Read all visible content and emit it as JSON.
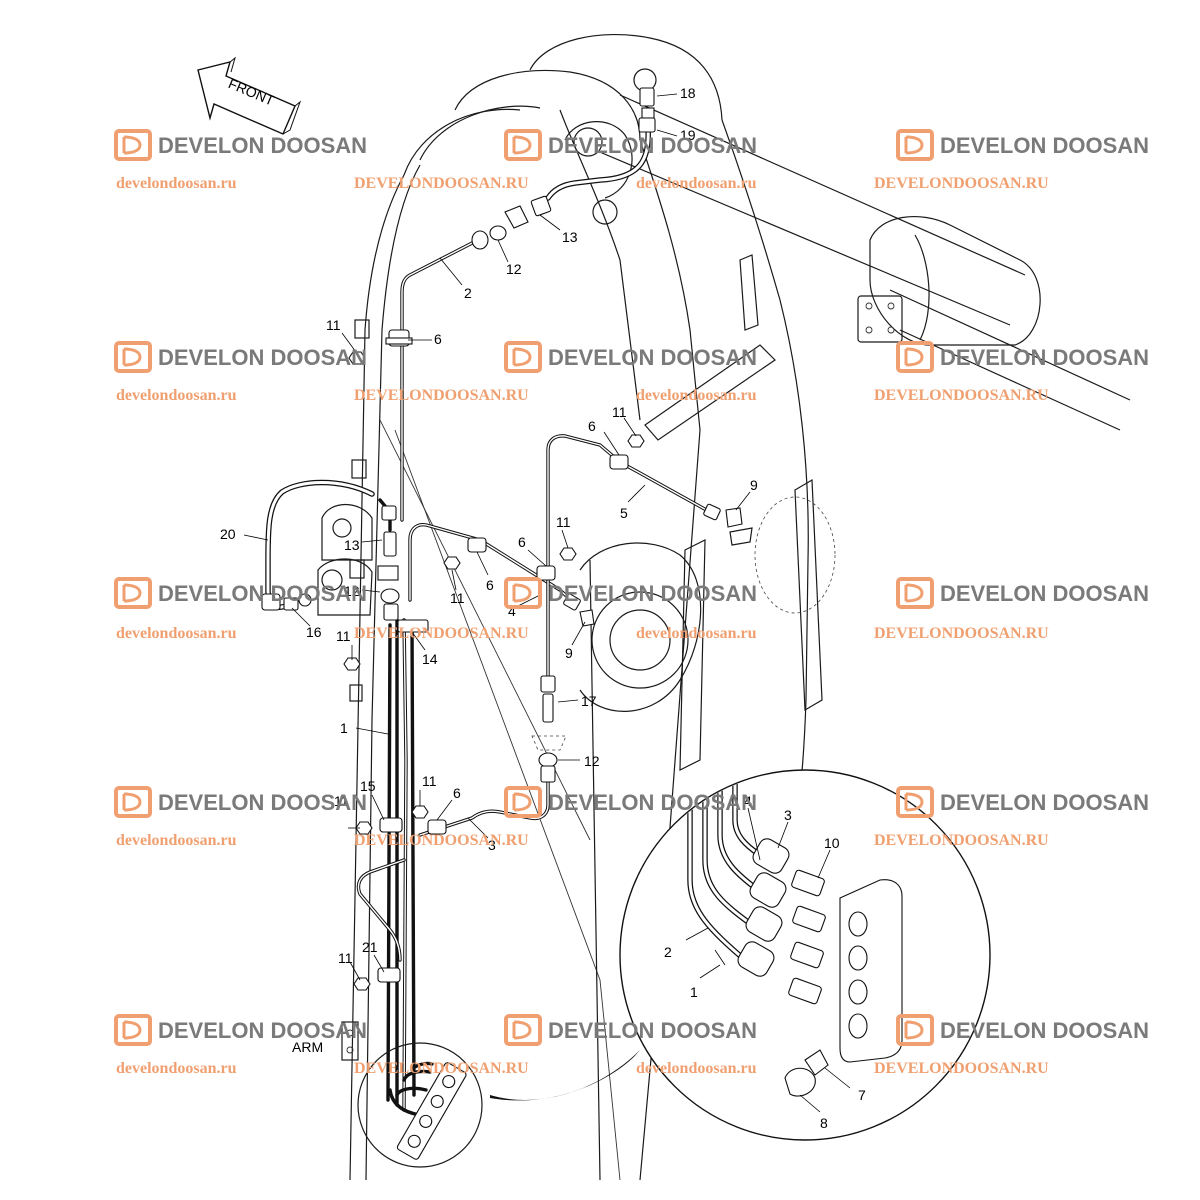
{
  "front_label": "FRONT",
  "arm_label": "ARM",
  "watermark": {
    "brand": "DEVELON DOOSAN",
    "url_lower": "develondoosan.ru",
    "url_upper": "DEVELONDOOSAN.RU",
    "brand_color": "#7a7a7a",
    "url_color": "#f0a070"
  },
  "callouts": {
    "c1_main": "1",
    "c1_detail": "1",
    "c2_main": "2",
    "c2_detail": "2",
    "c3_main": "3",
    "c3_detail": "3",
    "c4_main": "4",
    "c4_detail": "4",
    "c5": "5",
    "c6_a": "6",
    "c6_b": "6",
    "c6_c": "6",
    "c6_d": "6",
    "c6_e": "6",
    "c7": "7",
    "c8": "8",
    "c9_a": "9",
    "c9_b": "9",
    "c10": "10",
    "c11_a": "11",
    "c11_b": "11",
    "c11_c": "11",
    "c11_d": "11",
    "c11_e": "11",
    "c11_f": "11",
    "c11_g": "11",
    "c11_h": "11",
    "c12_a": "12",
    "c12_b": "12",
    "c12_c": "12",
    "c13_a": "13",
    "c13_b": "13",
    "c14": "14",
    "c15": "15",
    "c16": "16",
    "c17": "17",
    "c18": "18",
    "c19": "19",
    "c20": "20",
    "c21": "21"
  }
}
